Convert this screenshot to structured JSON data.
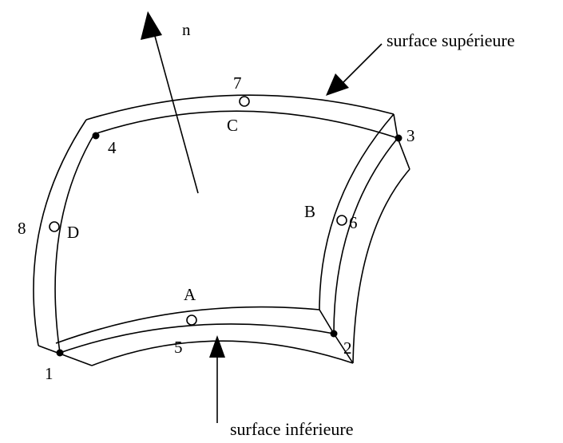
{
  "normal": {
    "label": "n"
  },
  "surfaces": {
    "upper": "surface supérieure",
    "lower": "surface inférieure"
  },
  "nodes": {
    "n1": "1",
    "n2": "2",
    "n3": "3",
    "n4": "4",
    "n5": "5",
    "n6": "6",
    "n7": "7",
    "n8": "8"
  },
  "edges": {
    "A": "A",
    "B": "B",
    "C": "C",
    "D": "D"
  },
  "colors": {
    "ink": "#000000",
    "background": "#ffffff"
  }
}
